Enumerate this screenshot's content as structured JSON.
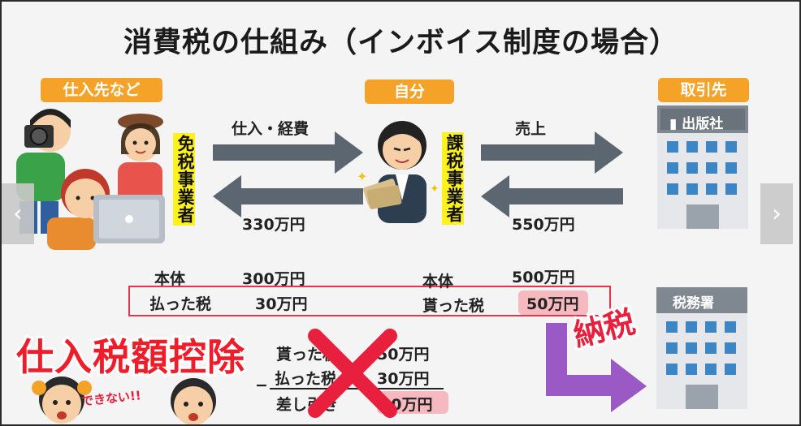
{
  "title": "消費税の仕組み（インボイス制度の場合）",
  "tags": {
    "supplier": "仕入先など",
    "self": "自分",
    "client": "取引先"
  },
  "vertical_labels": {
    "exempt": "免税事業者",
    "taxable": "課税事業者"
  },
  "arrows": {
    "purchase_label": "仕入・経費",
    "purchase_amount": "330万円",
    "sales_label": "売上",
    "sales_amount": "550万円"
  },
  "buildings": {
    "publisher": "出版社",
    "tax_office": "税務署"
  },
  "left_breakdown": {
    "body_label": "本体",
    "body_value": "300万円",
    "paid_label": "払った税",
    "paid_value": "30万円"
  },
  "right_breakdown": {
    "body_label": "本体",
    "body_value": "500万円",
    "recv_label": "貰った税",
    "recv_value": "50万円"
  },
  "calc": {
    "recv_label": "貰った税",
    "recv_value": "50万円",
    "paid_label": "払った税",
    "paid_value": "30万円",
    "diff_label": "差し引き",
    "diff_value": "20万円"
  },
  "stamp": "仕入税額控除",
  "cannot": "できない!!",
  "nouzei": "納税",
  "nav": {
    "prev": "‹",
    "next": "›"
  },
  "colors": {
    "orange_tag": "#f5a328",
    "yellow_label": "#fff21a",
    "arrow_gray": "#5b6670",
    "red": "#ef1d2a",
    "pink": "#f7b9c0",
    "purple_arrow": "#9b59c6",
    "building_blue": "#3d86c6"
  }
}
